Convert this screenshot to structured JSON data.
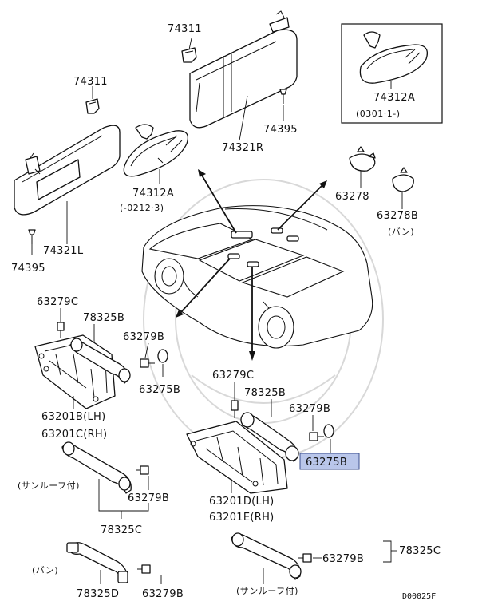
{
  "diagram": {
    "labels": {
      "p74311_right": "74311",
      "p74311_left": "74311",
      "p74395_right": "74395",
      "p74395_left": "74395",
      "p74321R": "74321R",
      "p74321L": "74321L",
      "p74312A_center": "74312A",
      "p74312A_center_range": "(-0212·3)",
      "p74312A_inset": "74312A",
      "p74312A_inset_range": "(0301·1-)",
      "p63278": "63278",
      "p63278B": "63278B",
      "p63278B_note": "(バン)",
      "p63279C_left": "63279C",
      "p78325B_left": "78325B",
      "p63279B_left": "63279B",
      "p63275B_left": "63275B",
      "p63201B": "63201B(LH)",
      "p63201C": "63201C(RH)",
      "p63279C_right": "63279C",
      "p78325B_right": "78325B",
      "p63279B_right": "63279B",
      "p63275B_highlight": "63275B",
      "p63201D": "63201D(LH)",
      "p63201E": "63201E(RH)",
      "sunroof_note_left": "(サンルーフ付)",
      "p63279B_mid": "63279B",
      "p78325C_left": "78325C",
      "van_note_bottom": "(バン)",
      "p78325D": "78325D",
      "p63279B_bottom": "63279B",
      "p63279B_bottom_right": "63279B",
      "p78325C_right": "78325C",
      "sunroof_note_right": "(サンルーフ付)",
      "drawing_code": "D00025F"
    },
    "highlight_color": "#b9c6ea"
  }
}
